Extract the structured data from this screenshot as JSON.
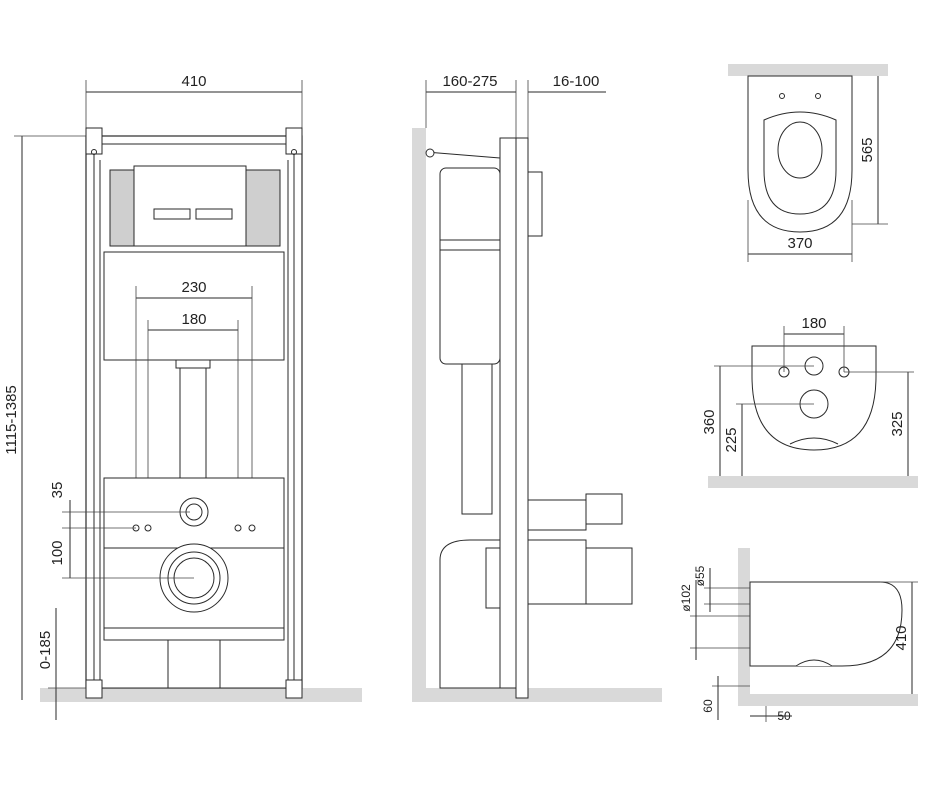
{
  "front_view": {
    "width": "410",
    "flush_spacing_outer": "230",
    "flush_spacing_inner": "180",
    "height_range": "1115-1385",
    "offset_35": "35",
    "offset_100": "100",
    "floor_gap": "0-185"
  },
  "side_view": {
    "depth": "160-275",
    "wall_offset": "16-100"
  },
  "top_bowl": {
    "length": "565",
    "width": "370"
  },
  "rear_bowl": {
    "bolt_spacing": "180",
    "height_total": "360",
    "height_outlet": "225",
    "height_right": "325"
  },
  "side_bowl": {
    "diam_55": "ø55",
    "diam_102": "ø102",
    "height": "410",
    "bottom_60": "60",
    "bottom_50": "50"
  }
}
